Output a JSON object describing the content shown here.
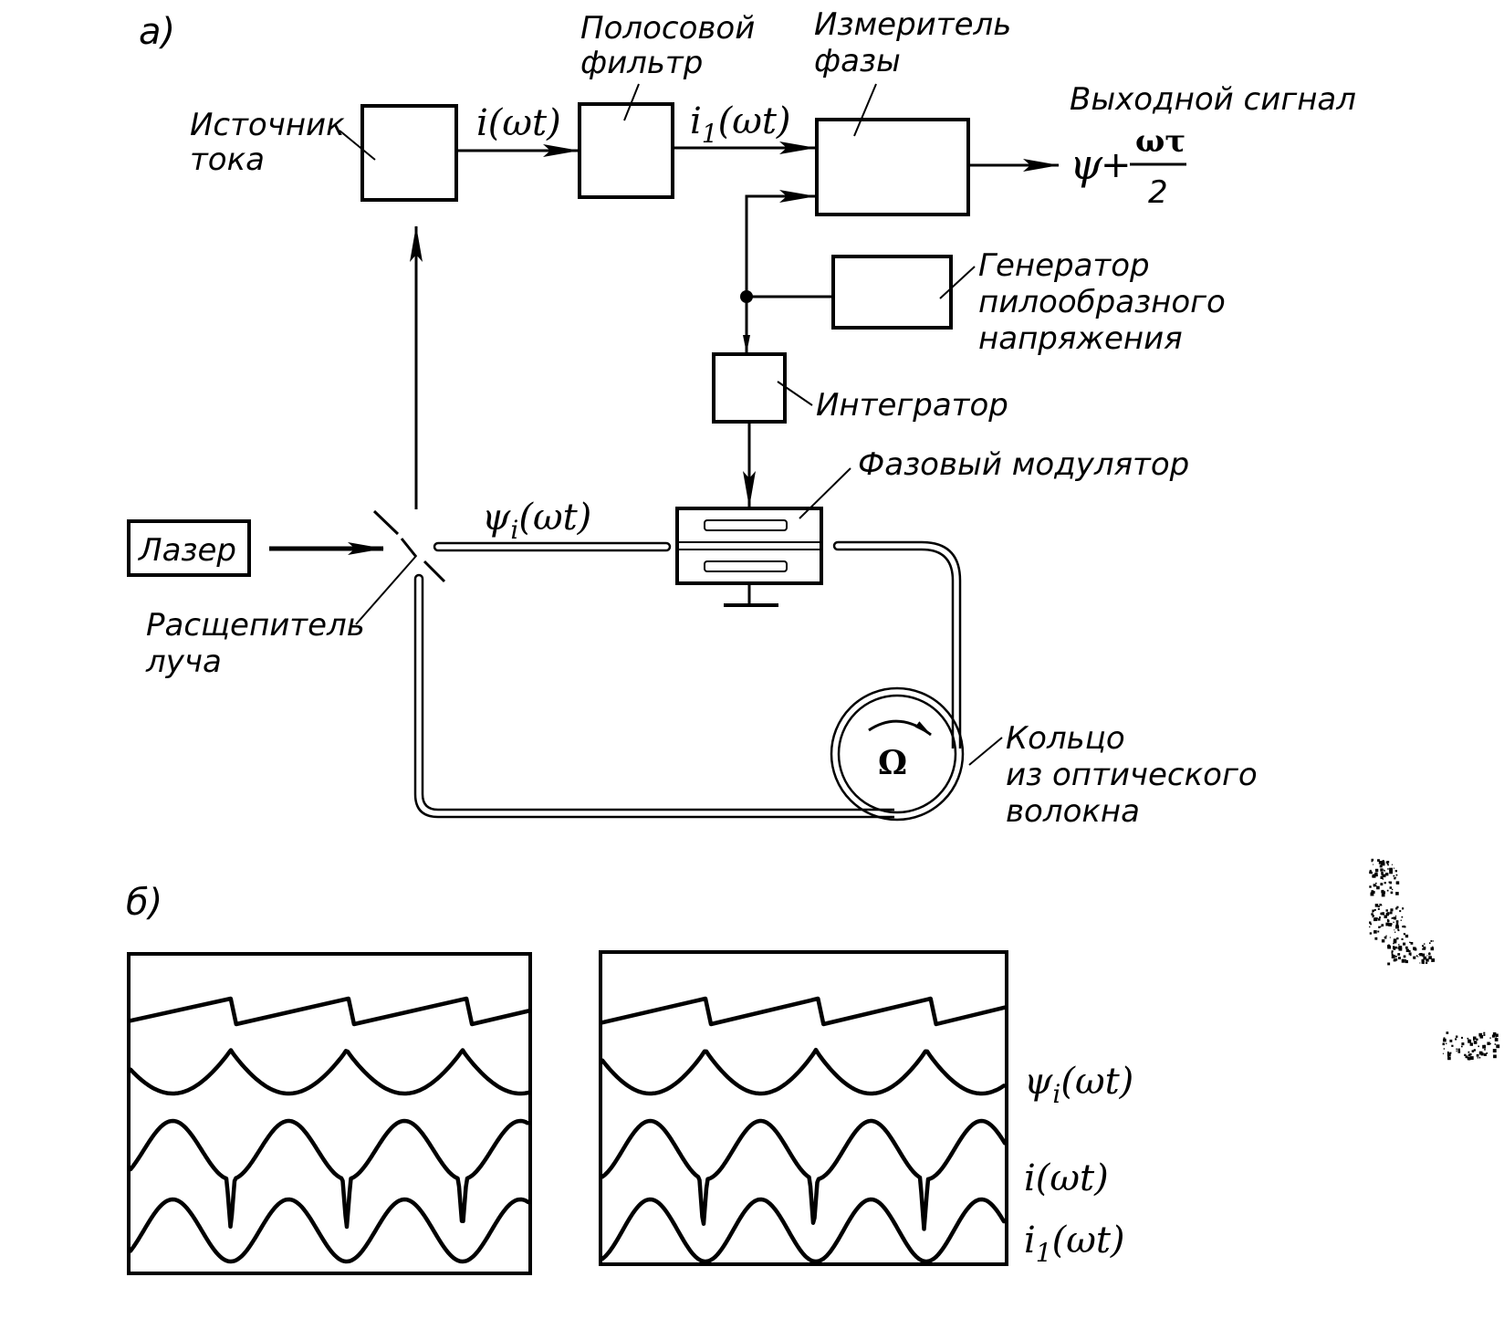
{
  "panel_a": {
    "label": "а)",
    "blocks": {
      "current_source": "Источник\nтока",
      "bandpass_filter": "Полосовой\nфильтр",
      "phase_meter": "Измеритель\nфазы",
      "sawtooth_generator": "Генератор\nпилообразного\nнапряжения",
      "integrator": "Интегратор",
      "phase_modulator": "Фазовый модулятор",
      "laser": "Лазер",
      "beam_splitter": "Расщепитель\nлуча",
      "fiber_coil": "Кольцо\nиз оптического\nволокна"
    },
    "block_lines": {
      "current_source": [
        "Источник",
        "тока"
      ],
      "bandpass_filter": [
        "Полосовой",
        "фильтр"
      ],
      "phase_meter": [
        "Измеритель",
        "фазы"
      ],
      "sawtooth_generator": [
        "Генератор",
        "пилообразного",
        "напряжения"
      ],
      "beam_splitter": [
        "Расщепитель",
        "луча"
      ],
      "fiber_coil": [
        "Кольцо",
        "из оптического",
        "волокна"
      ]
    },
    "signals": {
      "i_main": "i",
      "i_main_arg": "(ωt)",
      "i1_main": "i",
      "i1_sub": "1",
      "i1_arg": "(ωt)",
      "psi_main": "ψ",
      "psi_sub": "i",
      "psi_arg": "(ωt)"
    },
    "output": {
      "title": "Выходной сигнал",
      "psi": "ψ",
      "plus": "+",
      "numerator": "ωτ",
      "denominator": "2"
    },
    "rotation_symbol": "Ω"
  },
  "panel_b": {
    "label": "б)",
    "trace_labels": {
      "psi": {
        "main": "ψ",
        "sub": "i",
        "arg": "(ωt)"
      },
      "i": {
        "main": "i",
        "arg": "(ωt)"
      },
      "i1": {
        "main": "i",
        "sub": "1",
        "arg": "(ωt)"
      }
    },
    "oscillograms": [
      {
        "name": "left",
        "traces": [
          "sawtooth",
          "psi_i(ωt)",
          "i(ωt) with spikes",
          "i1(ωt) sinusoid"
        ],
        "sawtooth_periods_visible": 3.3
      },
      {
        "name": "right",
        "traces": [
          "sawtooth",
          "psi_i(ωt)",
          "i(ωt) with spikes",
          "i1(ωt) sinusoid"
        ],
        "sawtooth_periods_visible": 3.2
      }
    ]
  }
}
